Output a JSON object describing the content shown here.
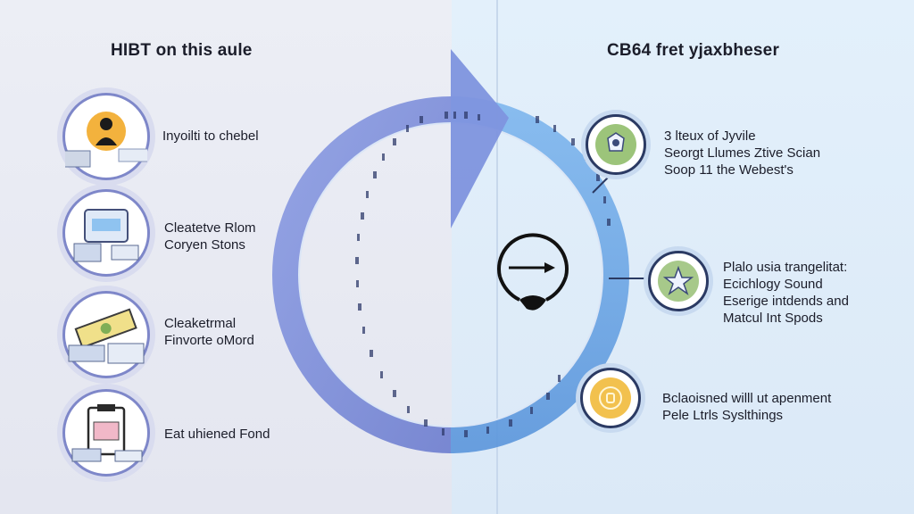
{
  "left": {
    "title": "HIBT on this aule",
    "items": [
      {
        "label": "Inyoilti  to chebel",
        "icon": "person-silhouette-icon"
      },
      {
        "label": "Cleatetve Rlom\nCoryen Stons",
        "icon": "monitor-icon"
      },
      {
        "label": "Cleaketrmal\nFinvorte oMord",
        "icon": "money-note-icon"
      },
      {
        "label": "Eat uhiened Fond",
        "icon": "clipboard-icon"
      }
    ]
  },
  "right": {
    "title": "CB64 fret yjaxbheser",
    "nodes": [
      {
        "label": "3 lteux of Jyvile\nSeorgt Llumes Ztive Scian\nSoop  11 the Webest's",
        "icon": "gear-badge-icon",
        "color": "#9cc47a"
      },
      {
        "label": "Plalo usia trangelitat:\nEcichlogy Sound\nEserige intdends and\nMatcul Int Spods",
        "icon": "star-badge-icon",
        "color": "#a7c98a"
      },
      {
        "label": "Bclaoisned willl ut apenment\nPele Ltrls Syslthings",
        "icon": "coin-icon",
        "color": "#f2c14e"
      }
    ]
  },
  "center": {
    "icon": "speedometer-icon"
  },
  "colors": {
    "ring": "#7d8fdc",
    "ring_right": "#6fa9ea",
    "arrow": "#7e94de"
  }
}
